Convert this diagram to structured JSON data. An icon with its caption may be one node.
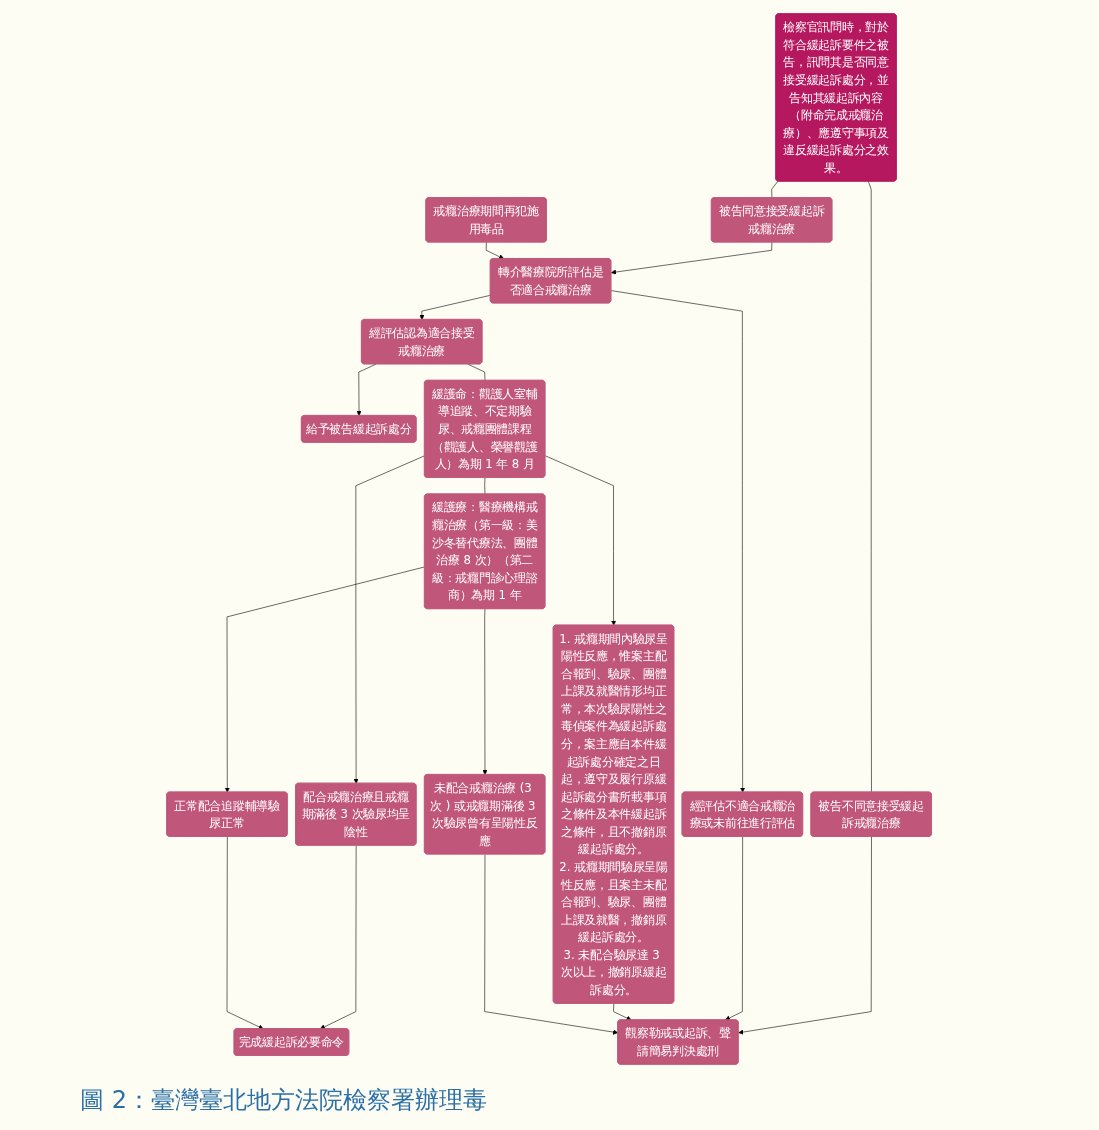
{
  "diagram": {
    "caption": "圖 2：臺灣臺北地方法院檢察署辦理毒",
    "nodes": [
      {
        "text": [
          "檢察官訊問時，對於符合緩起訴要件之被告，訊問其是否同意接受緩起訴處分，並告知其緩起訴內容（附命完成戒癮治療）、應遵守事項及違反緩起訴處分之效果。"
        ]
      },
      {
        "text": [
          "被告同意接受緩起訴戒癮治療"
        ]
      },
      {
        "text": [
          "被告不同意接受緩起訴戒癮治療"
        ]
      },
      {
        "text": [
          "戒癮治療期間再犯施用毒品"
        ]
      },
      {
        "text": [
          "觀察勒戒或起訴、聲請簡易判決處刑"
        ]
      },
      {
        "text": [
          "轉介醫療院所評估是否適合戒癮治療"
        ]
      },
      {
        "text": [
          "經評估認為適合接受戒癮治療"
        ]
      },
      {
        "text": [
          "經評估不適合戒癮治療或未前往進行評估"
        ]
      },
      {
        "text": [
          "1. 戒癮期間內驗尿呈陽性反應，惟案主配合報到、驗尿、團體上課及就醫情形均正常，本次驗尿陽性之毒偵案件為緩起訴處分，案主應自本件緩起訴處分確定之日起，遵守及履行原緩起訴處分書所載事項之條件及本件緩起訴之條件，且不撤銷原緩起訴處分。",
          "2. 戒癮期間驗尿呈陽性反應，且案主未配合報到、驗尿、團體上課及就醫，撤銷原緩起訴處分。",
          "3. 未配合驗尿達 3 次以上，撤銷原緩起訴處分。"
        ]
      },
      {
        "text": [
          "完成緩起訴必要命令"
        ]
      },
      {
        "text": [
          "給予被告緩起訴處分"
        ]
      },
      {
        "text": [
          "緩護命：觀護人室輔導追蹤、不定期驗尿、戒癮團體課程（觀護人、榮譽觀護人）為期 1 年 8 月"
        ]
      },
      {
        "text": [
          "配合戒癮治療且戒癮期滿後 3 次驗尿均呈陰性"
        ]
      },
      {
        "text": [
          "緩護療：醫療機構戒癮治療（第一級：美沙冬替代療法、團體治療 8 次）（第二級：戒癮門診心理諮商）為期 1 年"
        ]
      },
      {
        "text": [
          "正常配合追蹤輔導驗尿正常"
        ]
      },
      {
        "text": [
          "未配合戒癮治療 (3 次 ) 或戒癮期滿後 3 次驗尿曾有呈陽性反應"
        ]
      }
    ],
    "edges": [
      {
        "from": 0,
        "to": 1,
        "arrow": "none"
      },
      {
        "from": 0,
        "to": 2,
        "arrow": "none"
      },
      {
        "from": 1,
        "to": 5,
        "arrow": "to"
      },
      {
        "from": 3,
        "to": 5,
        "arrow": "to"
      },
      {
        "from": 2,
        "to": 4,
        "arrow": "to"
      },
      {
        "from": 5,
        "to": 6,
        "arrow": "to"
      },
      {
        "from": 5,
        "to": 7,
        "arrow": "to"
      },
      {
        "from": 7,
        "to": 4,
        "arrow": "to"
      },
      {
        "from": 8,
        "to": 4,
        "arrow": "to"
      },
      {
        "from": 6,
        "to": 10,
        "arrow": "to"
      },
      {
        "from": 6,
        "to": 11,
        "arrow": "none"
      },
      {
        "from": 11,
        "to": 13,
        "arrow": "none"
      },
      {
        "from": 11,
        "to": 8,
        "arrow": "to"
      },
      {
        "from": 11,
        "to": 12,
        "arrow": "to"
      },
      {
        "from": 13,
        "to": 14,
        "arrow": "to"
      },
      {
        "from": 13,
        "to": 15,
        "arrow": "to"
      },
      {
        "from": 12,
        "to": 9,
        "arrow": "to"
      },
      {
        "from": 14,
        "to": 9,
        "arrow": "to"
      },
      {
        "from": 15,
        "to": 4,
        "arrow": "to"
      }
    ]
  }
}
